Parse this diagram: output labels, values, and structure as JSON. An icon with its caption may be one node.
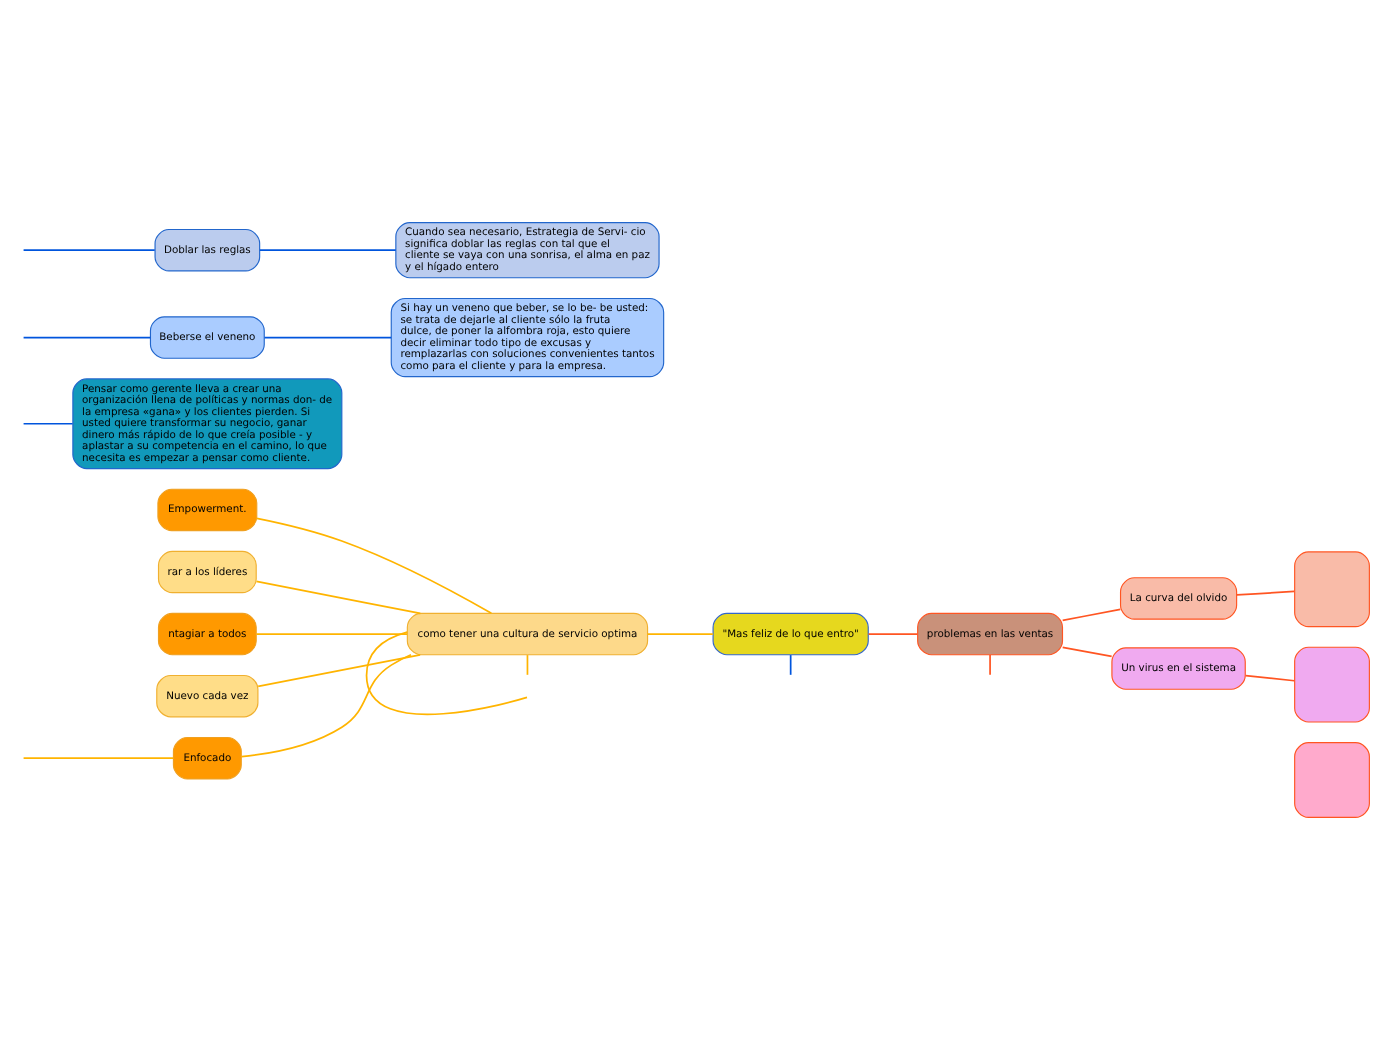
{
  "diagram": {
    "nodes": [
      {
        "text": [
          "\"Mas feliz de lo que entro\""
        ]
      },
      {
        "text": [
          "como tener una cultura de servicio optima"
        ]
      },
      {
        "text": [
          "Empowerment."
        ]
      },
      {
        "text": [
          "rar a los líderes"
        ]
      },
      {
        "text": [
          "ntagiar a todos"
        ]
      },
      {
        "text": [
          "Nuevo cada vez"
        ]
      },
      {
        "text": [
          "Enfocado"
        ]
      },
      {
        "text": [
          "Pensar como gerente lleva a crear una organización llena de políticas y normas don- de la empresa «gana» y los clientes pierden. Si usted quiere transformar su negocio, ganar dinero más rápido de lo que creía posible - y aplastar a su competencia en el camino, lo que necesita es empezar a pensar como cliente."
        ]
      },
      {
        "text": [
          "Beberse el veneno"
        ]
      },
      {
        "text": [
          "Si hay un veneno que beber, se lo be- be usted: se trata de dejarle al cliente sólo la fruta dulce, de poner la alfombra roja, esto quiere decir eliminar todo tipo de excusas y remplazarlas con soluciones convenientes tantos como para el cliente y para la empresa."
        ]
      },
      {
        "text": [
          "Doblar las reglas"
        ]
      },
      {
        "text": [
          "Cuando sea necesario, Estrategia de Servi- cio significa doblar las reglas con tal que el cliente se vaya con una sonrisa, el alma en paz y el hígado entero"
        ]
      },
      {
        "text": [
          "problemas en las ventas"
        ]
      },
      {
        "text": [
          "La curva del olvido"
        ]
      },
      {
        "text": [
          "Un virus en el sistema"
        ]
      },
      {
        "text": [],
        "shape": "box"
      },
      {
        "text": [],
        "shape": "box"
      },
      {
        "text": [],
        "shape": "box"
      }
    ],
    "edges": [
      {
        "from": 1,
        "to": 0,
        "arrow": "none",
        "color": "#ffb400"
      },
      {
        "from": 0,
        "to": null,
        "arrow": "none",
        "color": "#0055dd"
      },
      {
        "from": 0,
        "to": 12,
        "arrow": "none",
        "color": "#ff5522"
      },
      {
        "from": 2,
        "to": 1,
        "arrow": "none",
        "color": "#ffb400"
      },
      {
        "from": 3,
        "to": 1,
        "arrow": "none",
        "color": "#ffb400"
      },
      {
        "from": 4,
        "to": 1,
        "arrow": "none",
        "color": "#ffb400"
      },
      {
        "from": 5,
        "to": 1,
        "arrow": "none",
        "color": "#ffb400"
      },
      {
        "from": 6,
        "to": 1,
        "arrow": "none",
        "color": "#ffb400"
      },
      {
        "from": 1,
        "to": null,
        "arrow": "none",
        "color": "#ffb400"
      },
      {
        "from": 1,
        "to": null,
        "arrow": "none",
        "color": "#ffb400"
      },
      {
        "from": null,
        "to": 6,
        "arrow": "none",
        "color": "#ffb400"
      },
      {
        "from": null,
        "to": 7,
        "arrow": "none",
        "color": "#0055dd"
      },
      {
        "from": null,
        "to": 8,
        "arrow": "none",
        "color": "#0055dd"
      },
      {
        "from": null,
        "to": 10,
        "arrow": "none",
        "color": "#0055dd"
      },
      {
        "from": 8,
        "to": 9,
        "arrow": "none",
        "color": "#0055dd"
      },
      {
        "from": 10,
        "to": 11,
        "arrow": "none",
        "color": "#0055dd"
      },
      {
        "from": 12,
        "to": 13,
        "arrow": "none",
        "color": "#ff5522"
      },
      {
        "from": 12,
        "to": 14,
        "arrow": "none",
        "color": "#ff5522"
      },
      {
        "from": 12,
        "to": null,
        "arrow": "none",
        "color": "#ff5522"
      },
      {
        "from": 13,
        "to": 15,
        "arrow": "none",
        "color": "#ff5522"
      },
      {
        "from": 14,
        "to": 16,
        "arrow": "none",
        "color": "#ff5522"
      }
    ]
  }
}
